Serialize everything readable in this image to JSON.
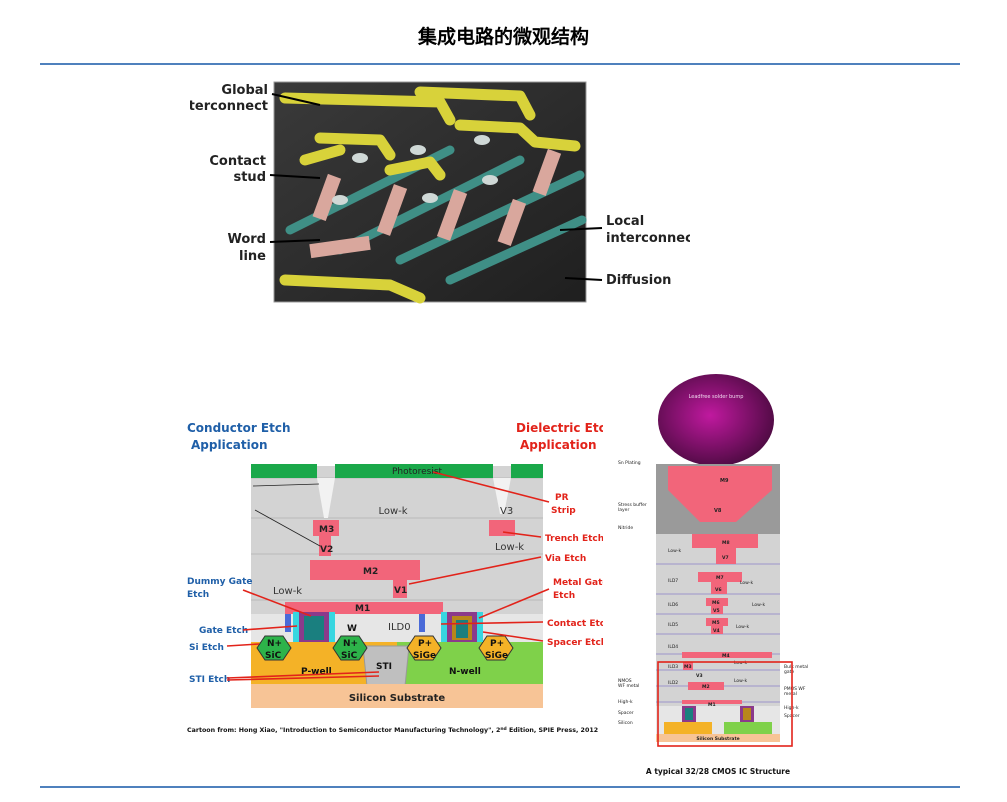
{
  "page": {
    "title": "集成电路的微观结构"
  },
  "micrograph": {
    "labels": {
      "global_interconnect": [
        "Global",
        "interconnect"
      ],
      "contact_stud": [
        "Contact",
        "stud"
      ],
      "word_line": [
        "Word",
        "line"
      ],
      "local_interconnect": [
        "Local",
        "interconnect"
      ],
      "diffusion": "Diffusion"
    }
  },
  "etch_diagram": {
    "conductor_etch": [
      "Conductor Etch",
      "Application"
    ],
    "dielectric_etch": [
      "Dielectric Etch",
      "Application"
    ],
    "layers": {
      "photoresist": "Photoresist",
      "low_k": "Low-k",
      "v3": "V3",
      "m3": "M3",
      "v2": "V2",
      "m2": "M2",
      "v1": "V1",
      "m1": "M1",
      "w": "W",
      "ild0": "ILD0",
      "n_sic": [
        "N+",
        "SiC"
      ],
      "p_sige": [
        "P+",
        "SiGe"
      ],
      "sti": "STI",
      "p_well": "P-well",
      "n_well": "N-well",
      "substrate": "Silicon Substrate"
    },
    "left_callouts": {
      "dummy_gate_etch": [
        "Dummy Gate",
        "Etch"
      ],
      "gate_etch": "Gate Etch",
      "si_etch": "Si Etch",
      "sti_etch": "STI Etch"
    },
    "right_callouts": {
      "pr_strip": [
        "PR",
        "Strip"
      ],
      "trench_etch": "Trench Etch",
      "via_etch": "Via Etch",
      "metal_gate_etch": [
        "Metal Gate",
        "Etch"
      ],
      "contact_etch": "Contact Etch",
      "spacer_etch": "Spacer Etch"
    },
    "caption_parts": {
      "before": "Cartoon from: Hong Xiao, \"Introduction to Semiconductor Manufacturing Technology\", 2",
      "superscript": "nd",
      "after": " Edition, SPIE Press, 2012"
    }
  },
  "cmos_stack": {
    "bump": "Leadfree solder bump",
    "left_labels": {
      "sn_plating": "Sn Plating",
      "stress_buffer": [
        "Stress buffer",
        "layer"
      ],
      "nitride": "Nitride",
      "low_k": "Low-k",
      "ild7": "ILD7",
      "ild6": "ILD6",
      "ild5": "ILD5",
      "ild4": "ILD4",
      "ild3": "ILD3",
      "ild2": "ILD2",
      "nmos_wf": [
        "NMOS",
        "WF metal"
      ],
      "high_k": "High-k",
      "spacer": "Spacer",
      "silicon": "Silicon"
    },
    "metals": {
      "m9": "M9",
      "v8": "V8",
      "m8": "M8",
      "v7": "V7",
      "m7": "M7",
      "v6": "V6",
      "m6": "M6",
      "v5": "V5",
      "m5": "M5",
      "v4": "V4",
      "m4": "M4",
      "m3": "M3",
      "v3": "V3",
      "m2": "M2",
      "m1": "M1"
    },
    "right_labels": {
      "bulk_metal": [
        "Bulk metal",
        "gate"
      ],
      "pmos_wf": [
        "PMOS WF",
        "metal"
      ],
      "high_k": "High-k",
      "spacer": "Spacer"
    },
    "low_k": "Low-k",
    "substrate": "Silicon Substrate",
    "caption": "A typical 32/28 CMOS IC Structure"
  },
  "colors": {
    "rule": "#4f81bd",
    "metal": "#f2657a",
    "photoresist": "#1aa84a",
    "callout_red": "#e2231a",
    "callout_blue": "#1f5fa8",
    "ild_gray": "#d3d3d3",
    "bump": "#7a0f6b"
  }
}
